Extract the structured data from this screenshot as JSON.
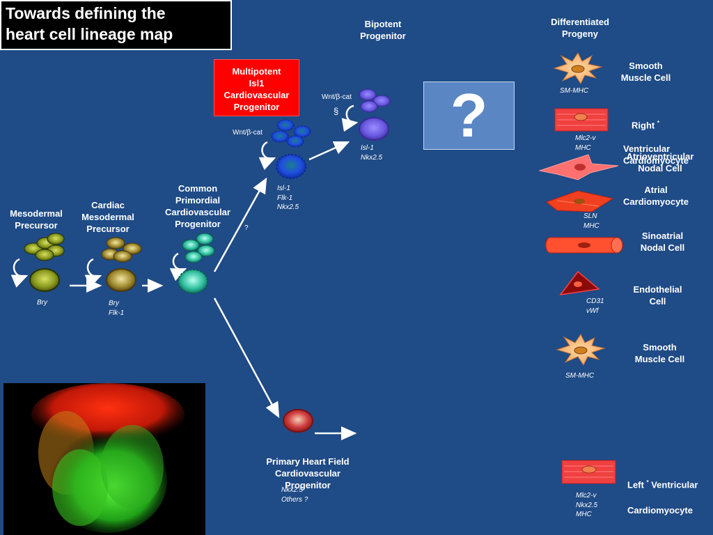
{
  "title": "Towards defining the\nheart cell lineage map",
  "stages": {
    "mesodermal": {
      "label": "Mesodermal\nPrecursor",
      "markers": "Bry"
    },
    "cardiac_mesodermal": {
      "label": "Cardiac\nMesodermal\nPrecursor",
      "markers": "Bry\nFlk-1"
    },
    "common_primordial": {
      "label": "Common\nPrimordial\nCardiovascular\nProgenitor"
    },
    "multipotent": {
      "label": "Multipotent\nIsl1\nCardiovascular\nProgenitor",
      "markers": "Isl-1\nFlk-1\nNkx2.5",
      "signal": "Wnt/β-cat"
    },
    "bipotent": {
      "label": "Bipotent\nProgenitor",
      "markers": "Isl-1\nNkx2.5",
      "signal": "Wnt/β-cat",
      "section_mark": "§"
    },
    "primary_heart_field": {
      "label": "Primary Heart Field\nCardiovascular\nProgenitor",
      "markers": "Nkx2.5\nOthers ?"
    }
  },
  "question_small": "?",
  "question_big": "?",
  "differentiated_header": "Differentiated\nProgeny",
  "progeny": [
    {
      "name": "Smooth\nMuscle Cell",
      "markers": "SM-MHC"
    },
    {
      "name": "Right",
      "star": "*",
      "name_rest": "Ventricular\nCardiomyocyte",
      "markers": "Mlc2-v\nMHC"
    },
    {
      "name": "Atrioventricular\nNodal Cell",
      "markers": ""
    },
    {
      "name": "Atrial\nCardiomyocyte",
      "markers": "SLN\nMHC"
    },
    {
      "name": "Sinoatrial\nNodal Cell",
      "markers": ""
    },
    {
      "name": "Endothelial\nCell",
      "markers": "CD31\nvWf"
    },
    {
      "name": "Smooth\nMuscle Cell",
      "markers": "SM-MHC"
    },
    {
      "name": "Left",
      "star": "*",
      "name_rest": "Ventricular",
      "name_line2": "Cardiomyocyte",
      "markers": "Mlc2-v\nNkx2.5\nMHC"
    }
  ],
  "colors": {
    "background": "#1f4b86",
    "accent_red": "#ff0000",
    "question_box": "#5a86c4"
  }
}
